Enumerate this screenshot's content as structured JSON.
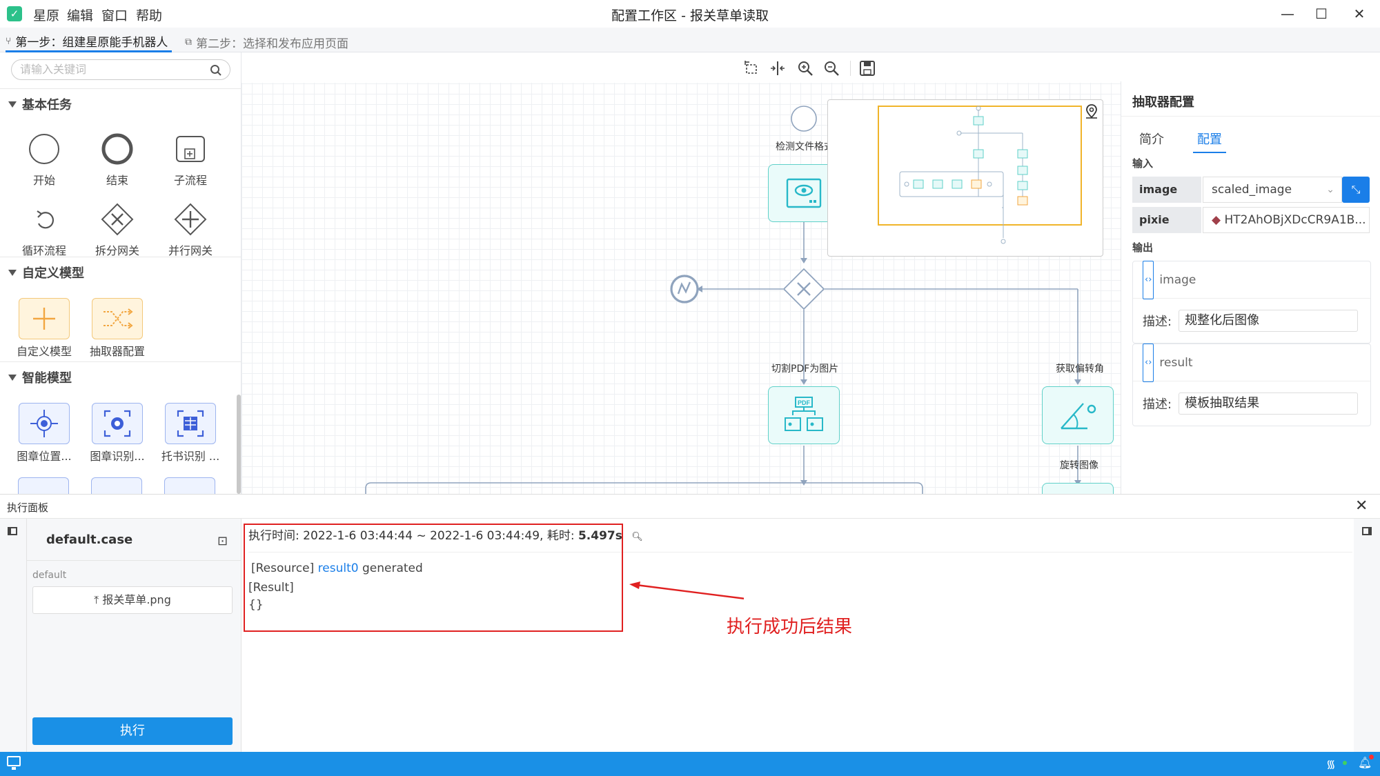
{
  "app": {
    "menu": [
      "星原",
      "编辑",
      "窗口",
      "帮助"
    ],
    "window_title": "配置工作区 - 报关草单读取"
  },
  "steps": {
    "step1": "第一步：组建星原能手机器人",
    "step2": "第二步：选择和发布应用页面"
  },
  "palette": {
    "search_placeholder": "请输入关键词",
    "sections": {
      "basic": "基本任务",
      "custom": "自定义模型",
      "smart": "智能模型"
    },
    "basic_items": [
      "开始",
      "结束",
      "子流程",
      "循环流程",
      "拆分网关",
      "并行网关"
    ],
    "custom_items": [
      "自定义模型",
      "抽取器配置"
    ],
    "smart_items": [
      "图章位置...",
      "图章识别...",
      "托书识别 ..."
    ]
  },
  "canvas": {
    "labels": {
      "detect": "检测文件格式",
      "split_pdf": "切割PDF为图片",
      "get_angle": "获取偏转角",
      "rotate": "旋转图像"
    }
  },
  "props": {
    "title": "抽取器配置",
    "tabs": [
      "简介",
      "配置"
    ],
    "input_label": "输入",
    "output_label": "输出",
    "inputs": [
      {
        "key": "image",
        "value": "scaled_image"
      },
      {
        "key": "pixie",
        "value": "HT2AhOBjXDcCR9A1B..."
      }
    ],
    "outputs": [
      {
        "name": "image",
        "desc_label": "描述:",
        "desc": "规整化后图像"
      },
      {
        "name": "result",
        "desc_label": "描述:",
        "desc": "模板抽取结果"
      }
    ]
  },
  "exec_panel": {
    "title": "执行面板",
    "case_name": "default.case",
    "case_group": "default",
    "upload_file": "报关草单.png",
    "run_button": "执行",
    "result": {
      "time_prefix": "执行时间: 2022-1-6 03:44:44 ~ 2022-1-6 03:44:49, 耗时: ",
      "duration": "5.497s",
      "line1_prefix": "[Resource] ",
      "line1_link": "result0",
      "line1_suffix": " generated",
      "line2": "[Result]",
      "line3": "{}"
    },
    "annotation": "执行成功后结果"
  },
  "colors": {
    "accent": "#1a7ee8",
    "node_border": "#5fd0c8",
    "annotation_red": "#e02020",
    "statusbar": "#1a90e6"
  }
}
